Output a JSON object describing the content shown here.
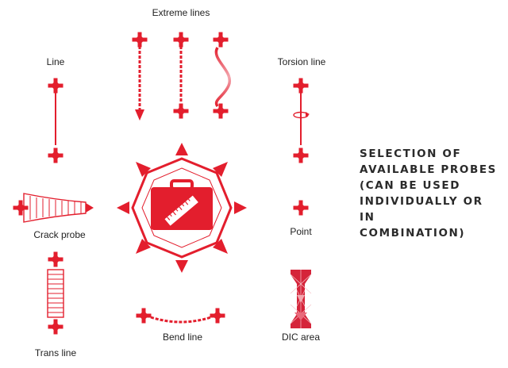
{
  "labels": {
    "extreme_lines": "Extreme lines",
    "line": "Line",
    "torsion_line": "Torsion line",
    "crack_probe": "Crack probe",
    "point": "Point",
    "trans_line": "Trans line",
    "bend_line": "Bend line",
    "dic_area": "DIC area"
  },
  "heading_lines": [
    "SELECTION OF",
    "AVAILABLE PROBES",
    "(CAN BE USED",
    "INDIVIDUALLY OR IN",
    "COMBINATION)"
  ],
  "colors": {
    "accent": "#e31e2d",
    "accent_light": "#f3a6ae",
    "text": "#222222"
  },
  "icons": [
    "marker-cross-icon",
    "toolbox-ruler-icon",
    "direction-arrow-icon"
  ]
}
